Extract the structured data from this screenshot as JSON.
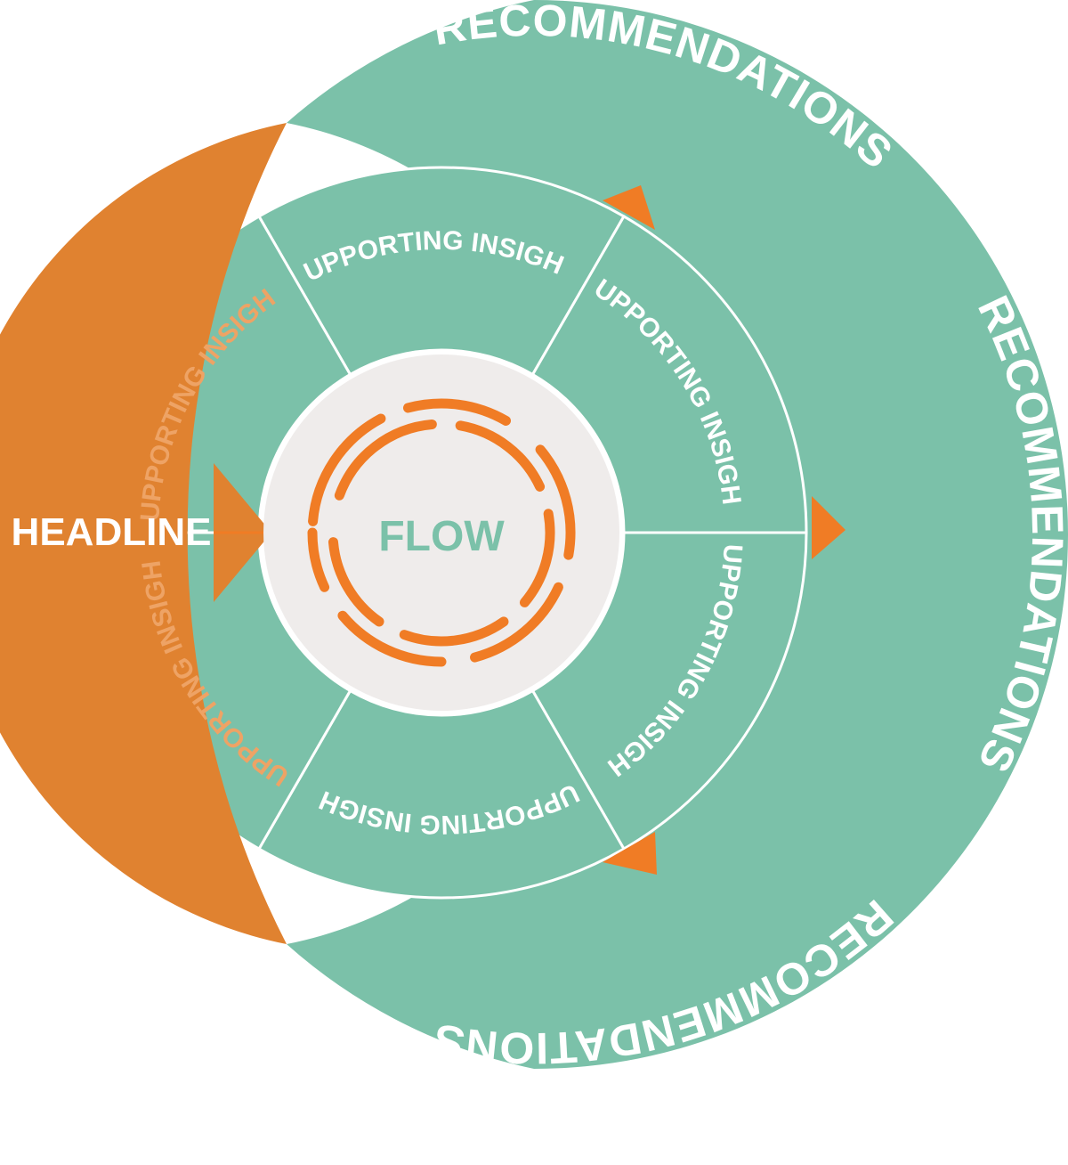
{
  "diagram": {
    "center_label": "FLOW",
    "headline_label": "HEADLINE",
    "recommendations_labels": [
      "RECOMMENDATIONS",
      "RECOMMENDATIONS",
      "RECOMMENDATIONS"
    ],
    "segment_labels": [
      "SUPPORTING INSIGHTS",
      "SUPPORTING INSIGHTS",
      "SUPPORTING INSIGHTS",
      "SUPPORTING INSIGHTS",
      "SUPPORTING INSIGHTS",
      "SUPPORTING INSIGHTS"
    ],
    "colors": {
      "teal": "#7bc1a9",
      "orange": "#e08230",
      "bright_orange": "#f07c25",
      "center_fill": "#efeceb",
      "white": "#ffffff",
      "faded_text": "#eea365"
    }
  }
}
